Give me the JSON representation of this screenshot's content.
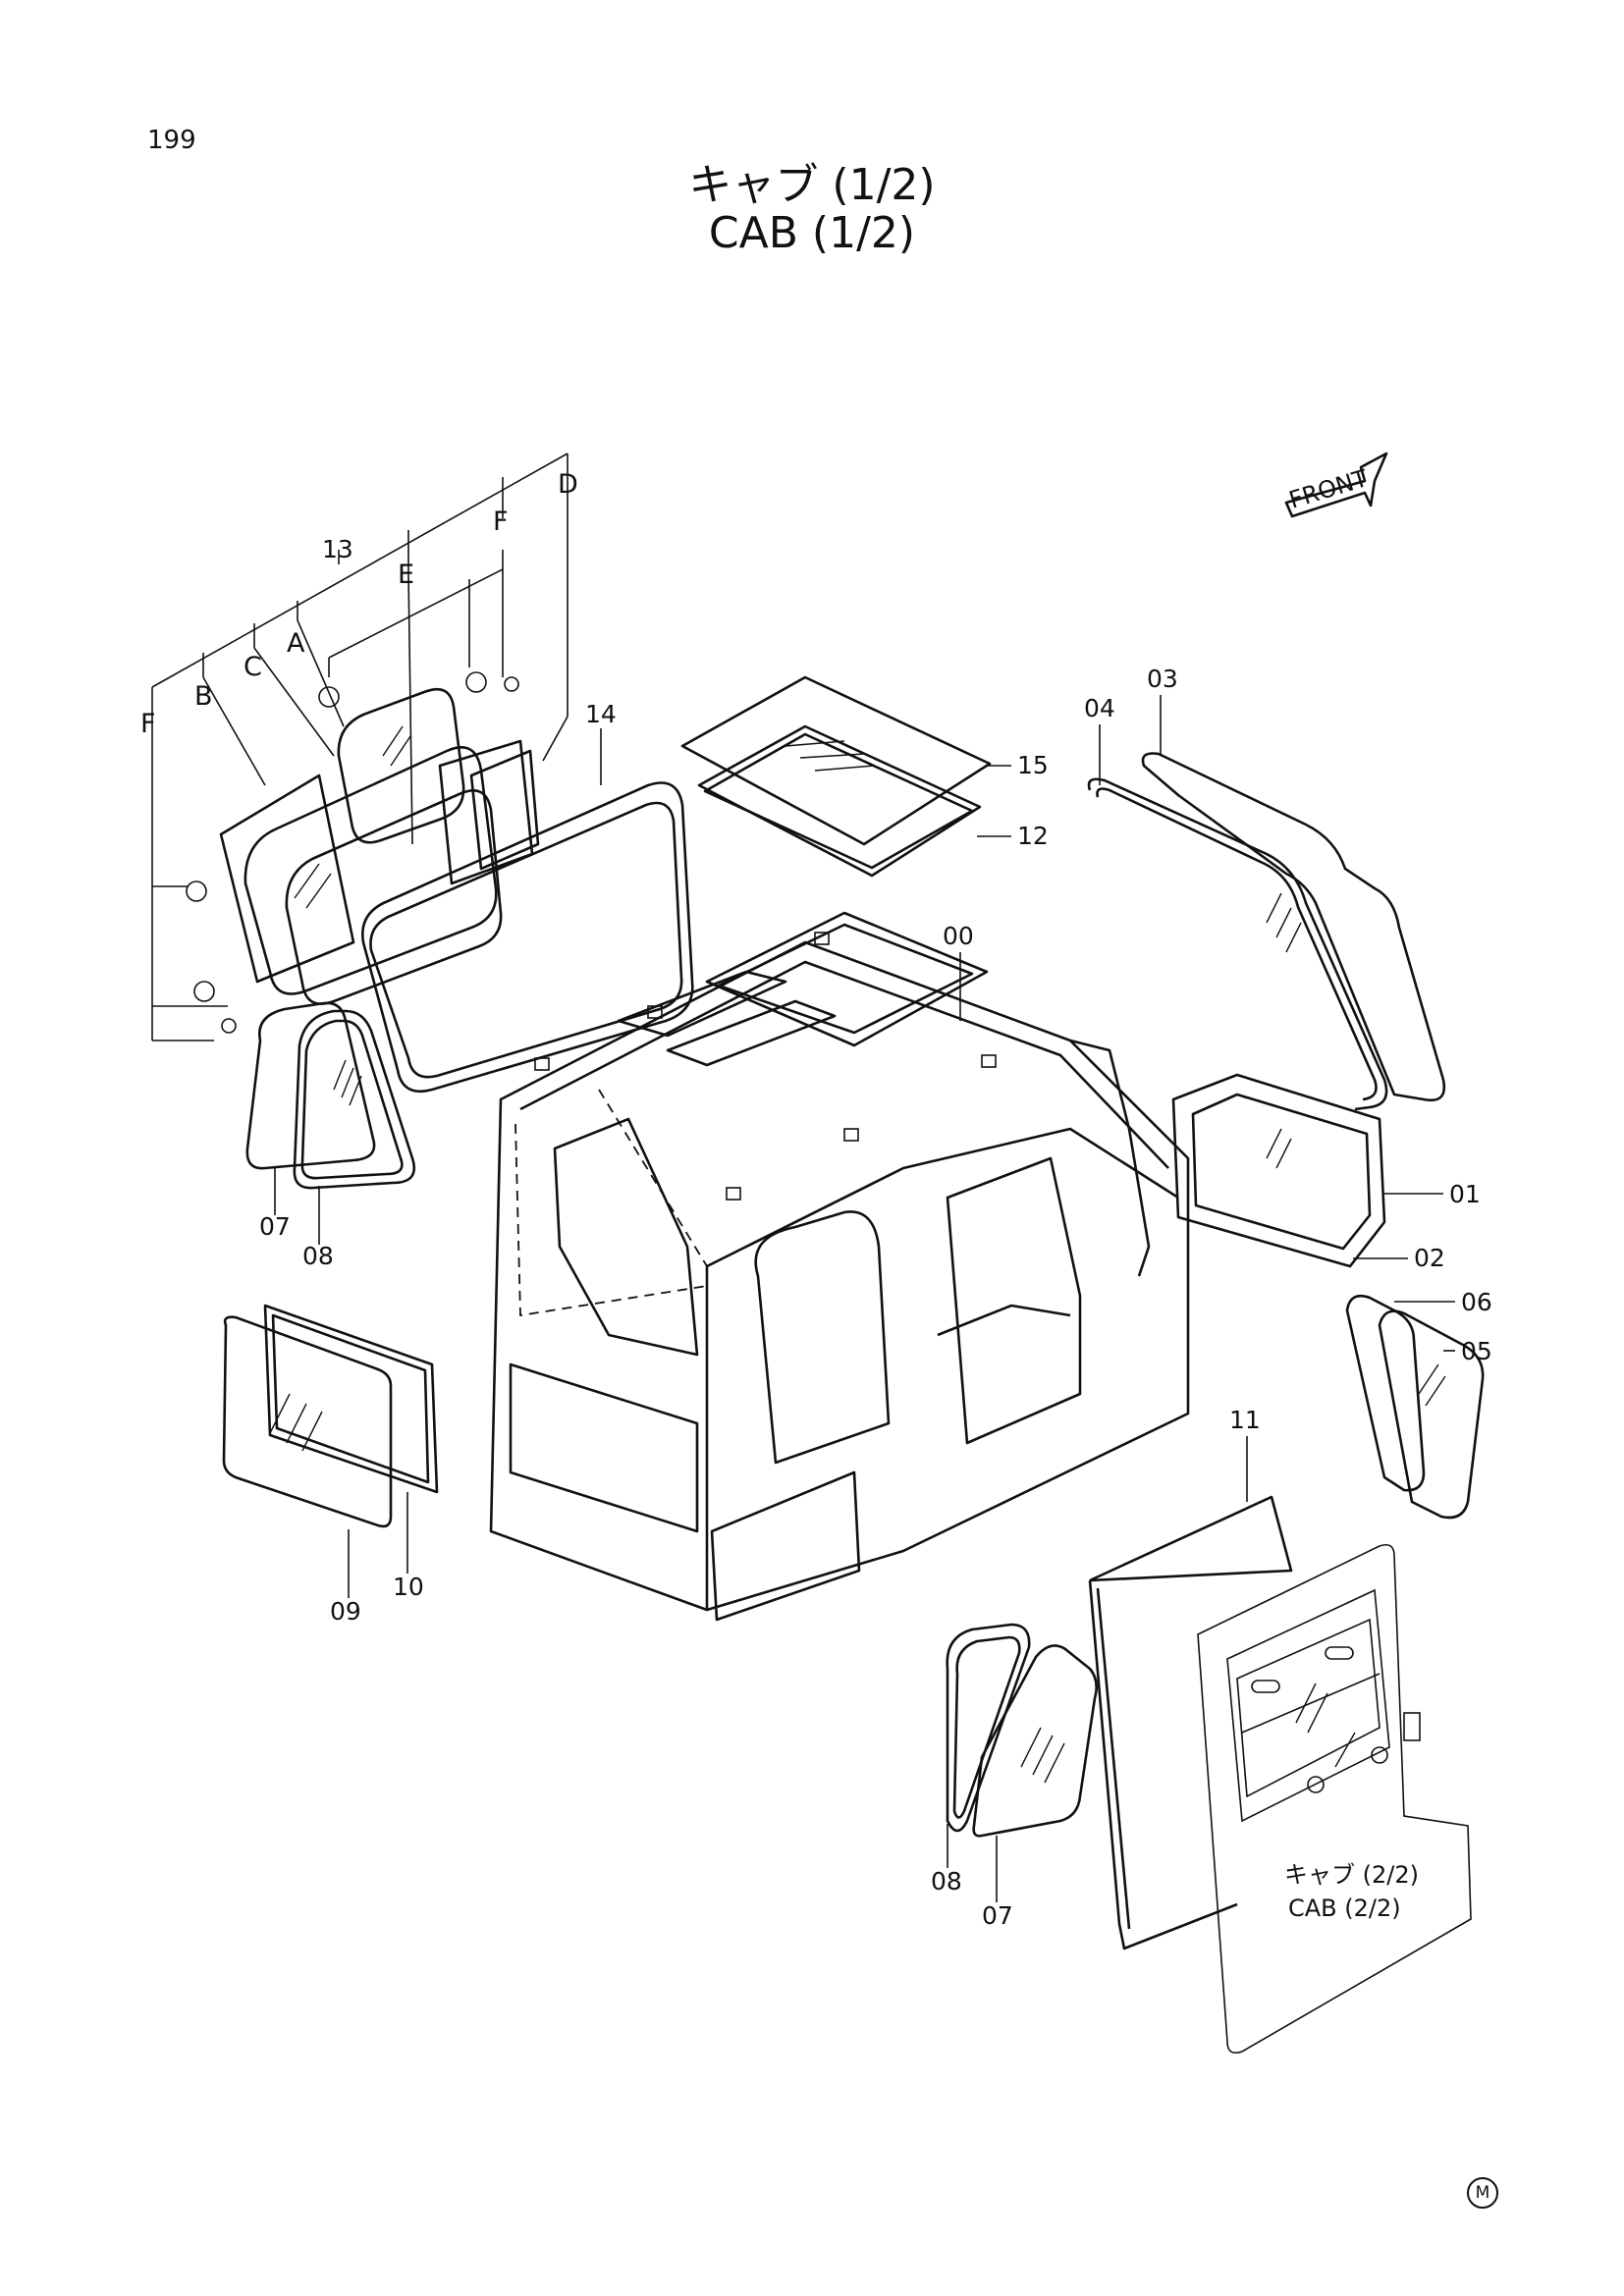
{
  "page_number": "199",
  "title_jp": "キャブ (1/2)",
  "title_en": "CAB (1/2)",
  "front_label": "FRONT",
  "reference_jp": "キャブ (2/2)",
  "reference_en": "CAB (2/2)",
  "footer_mark": "M",
  "callouts": {
    "c00": "00",
    "c01": "01",
    "c02": "02",
    "c03": "03",
    "c04": "04",
    "c05": "05",
    "c06": "06",
    "c07a": "07",
    "c07b": "07",
    "c08a": "08",
    "c08b": "08",
    "c09": "09",
    "c10": "10",
    "c11": "11",
    "c12": "12",
    "c13": "13",
    "c14": "14",
    "c15": "15"
  },
  "group_letters": {
    "a": "A",
    "b": "B",
    "c": "C",
    "d": "D",
    "e": "E",
    "f1": "F",
    "f2": "F"
  }
}
